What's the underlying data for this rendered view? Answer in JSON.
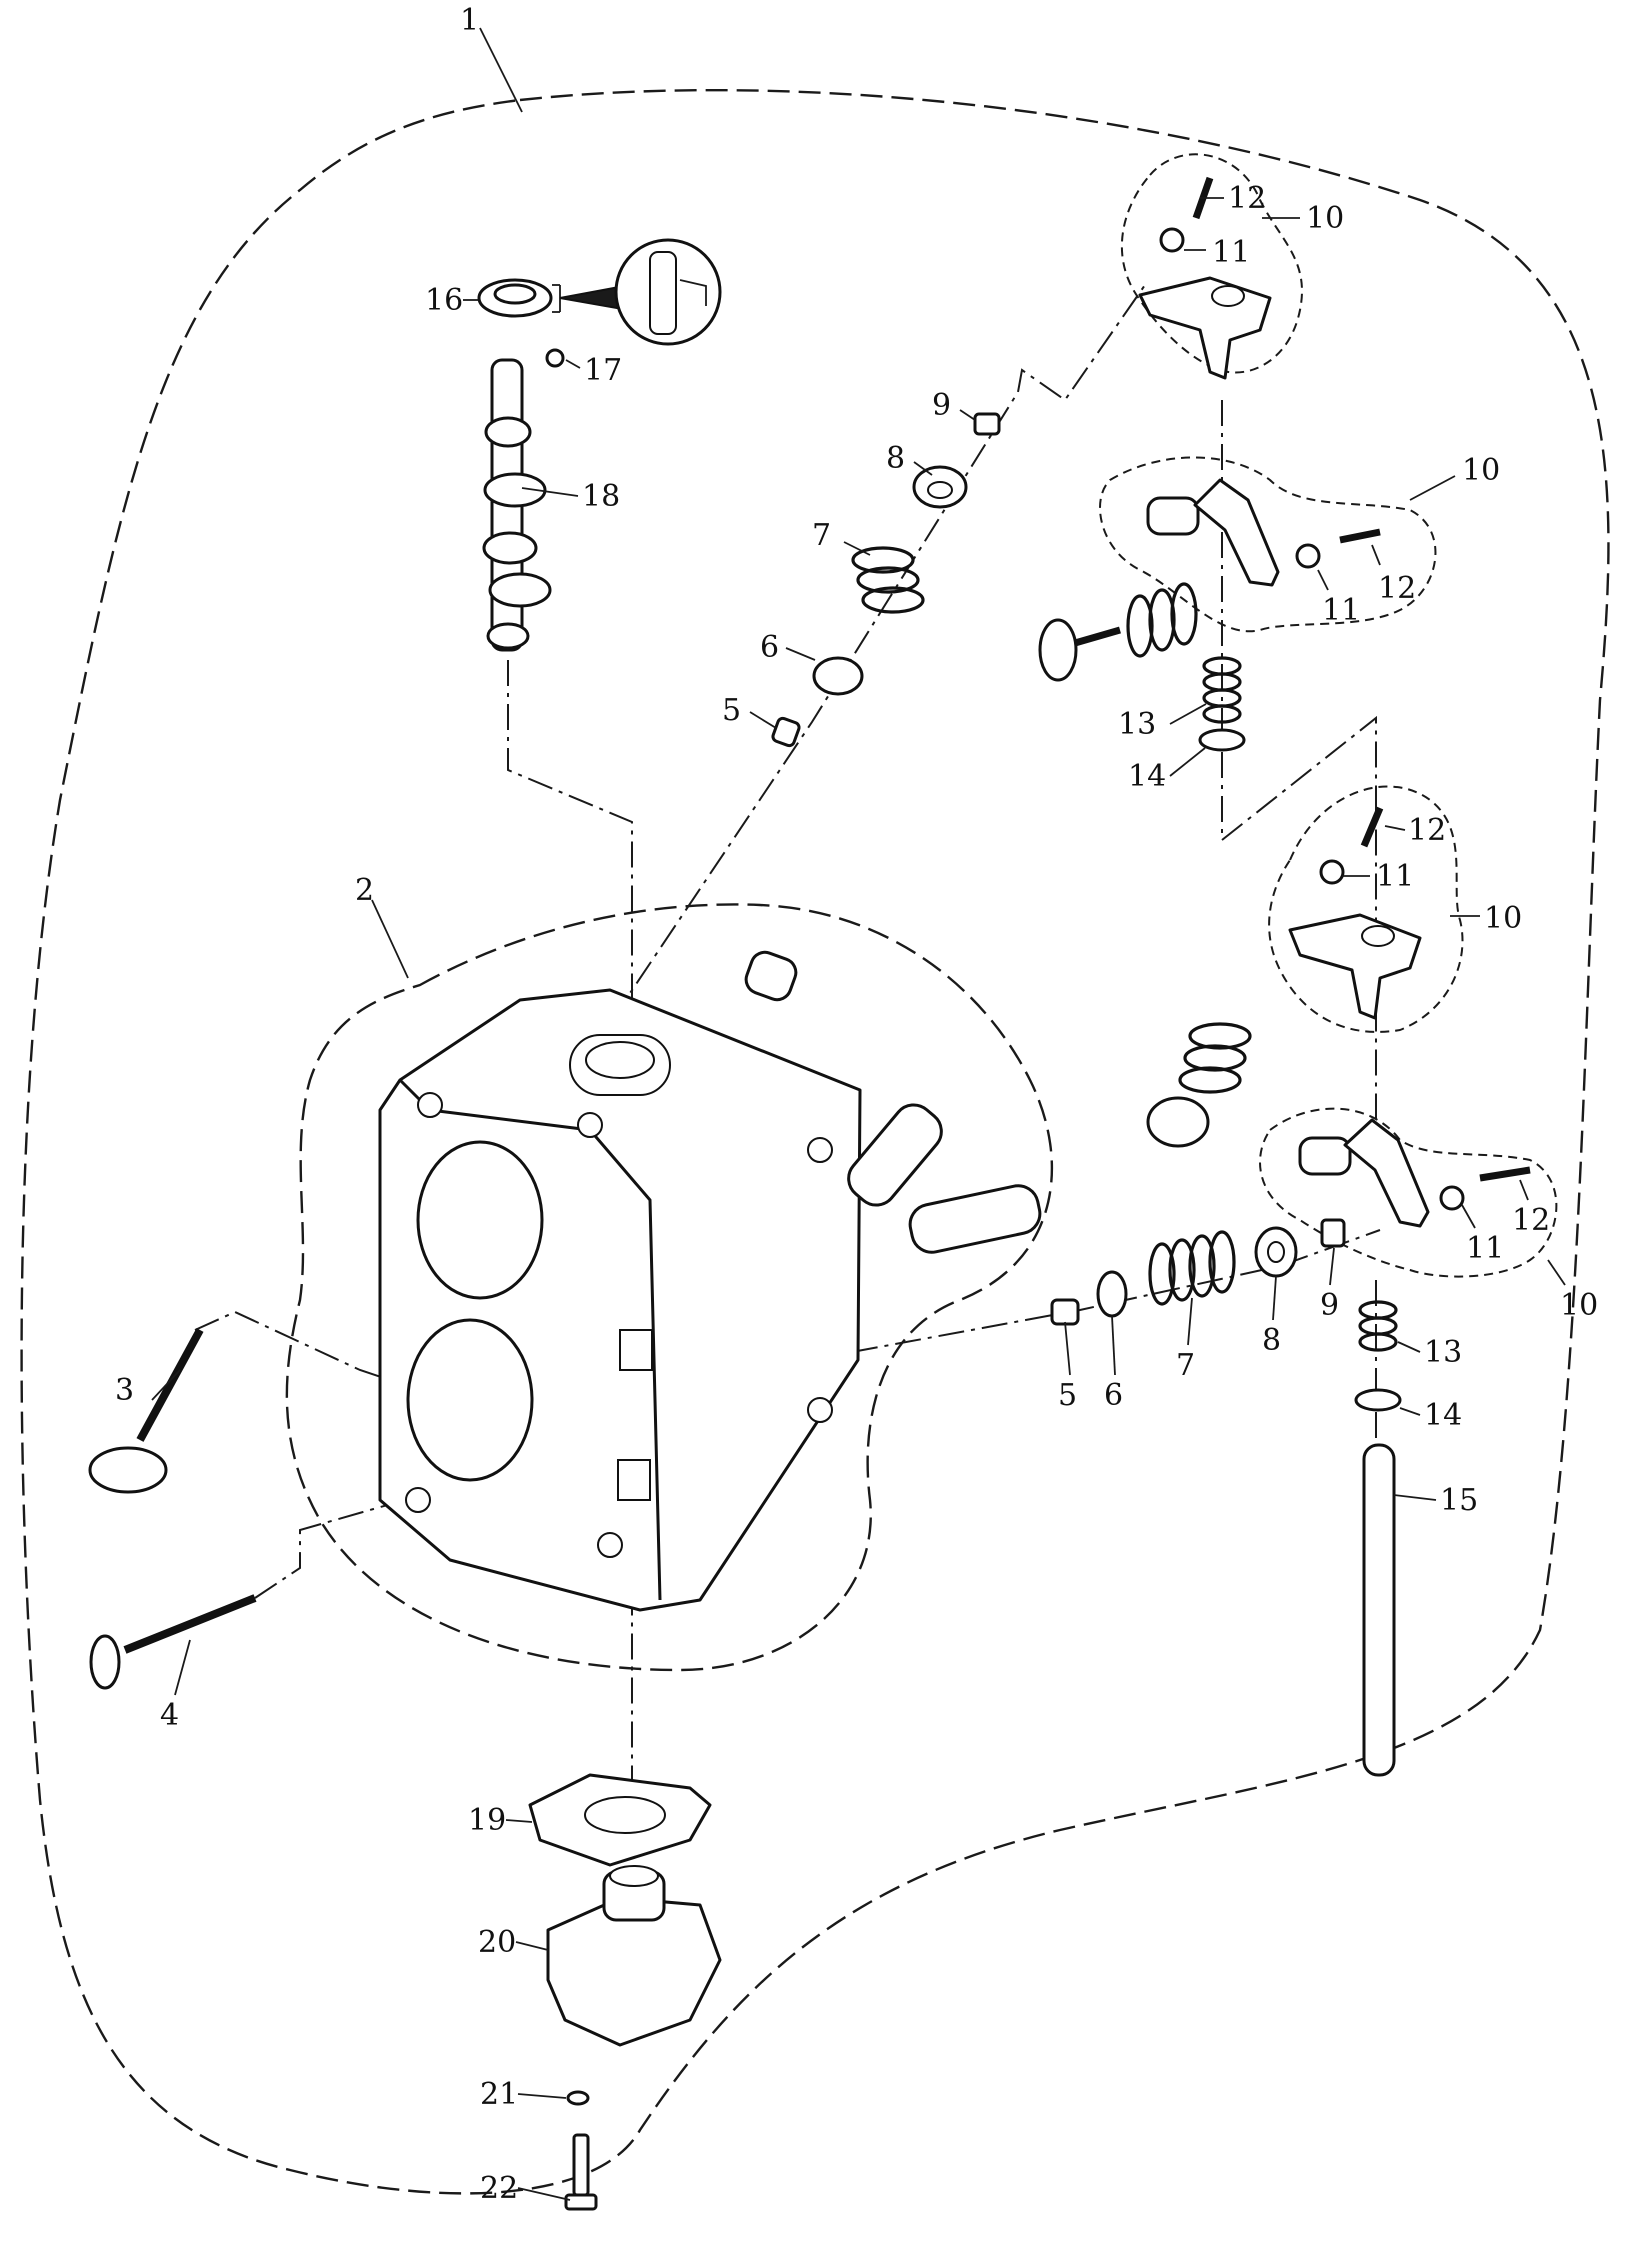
{
  "callouts": {
    "c1": "1",
    "c2": "2",
    "c3": "3",
    "c4": "4",
    "c5a": "5",
    "c5b": "5",
    "c6a": "6",
    "c6b": "6",
    "c7a": "7",
    "c7b": "7",
    "c8a": "8",
    "c8b": "8",
    "c9a": "9",
    "c9b": "9",
    "c10a": "10",
    "c10b": "10",
    "c10c": "10",
    "c10d": "10",
    "c11a": "11",
    "c11b": "11",
    "c11c": "11",
    "c11d": "11",
    "c12a": "12",
    "c12b": "12",
    "c12c": "12",
    "c12d": "12",
    "c13a": "13",
    "c13b": "13",
    "c14a": "14",
    "c14b": "14",
    "c15": "15",
    "c16": "16",
    "c17": "17",
    "c18": "18",
    "c19": "19",
    "c20": "20",
    "c21": "21",
    "c22": "22"
  },
  "colors": {
    "ink": "#111111",
    "background": "#ffffff"
  }
}
